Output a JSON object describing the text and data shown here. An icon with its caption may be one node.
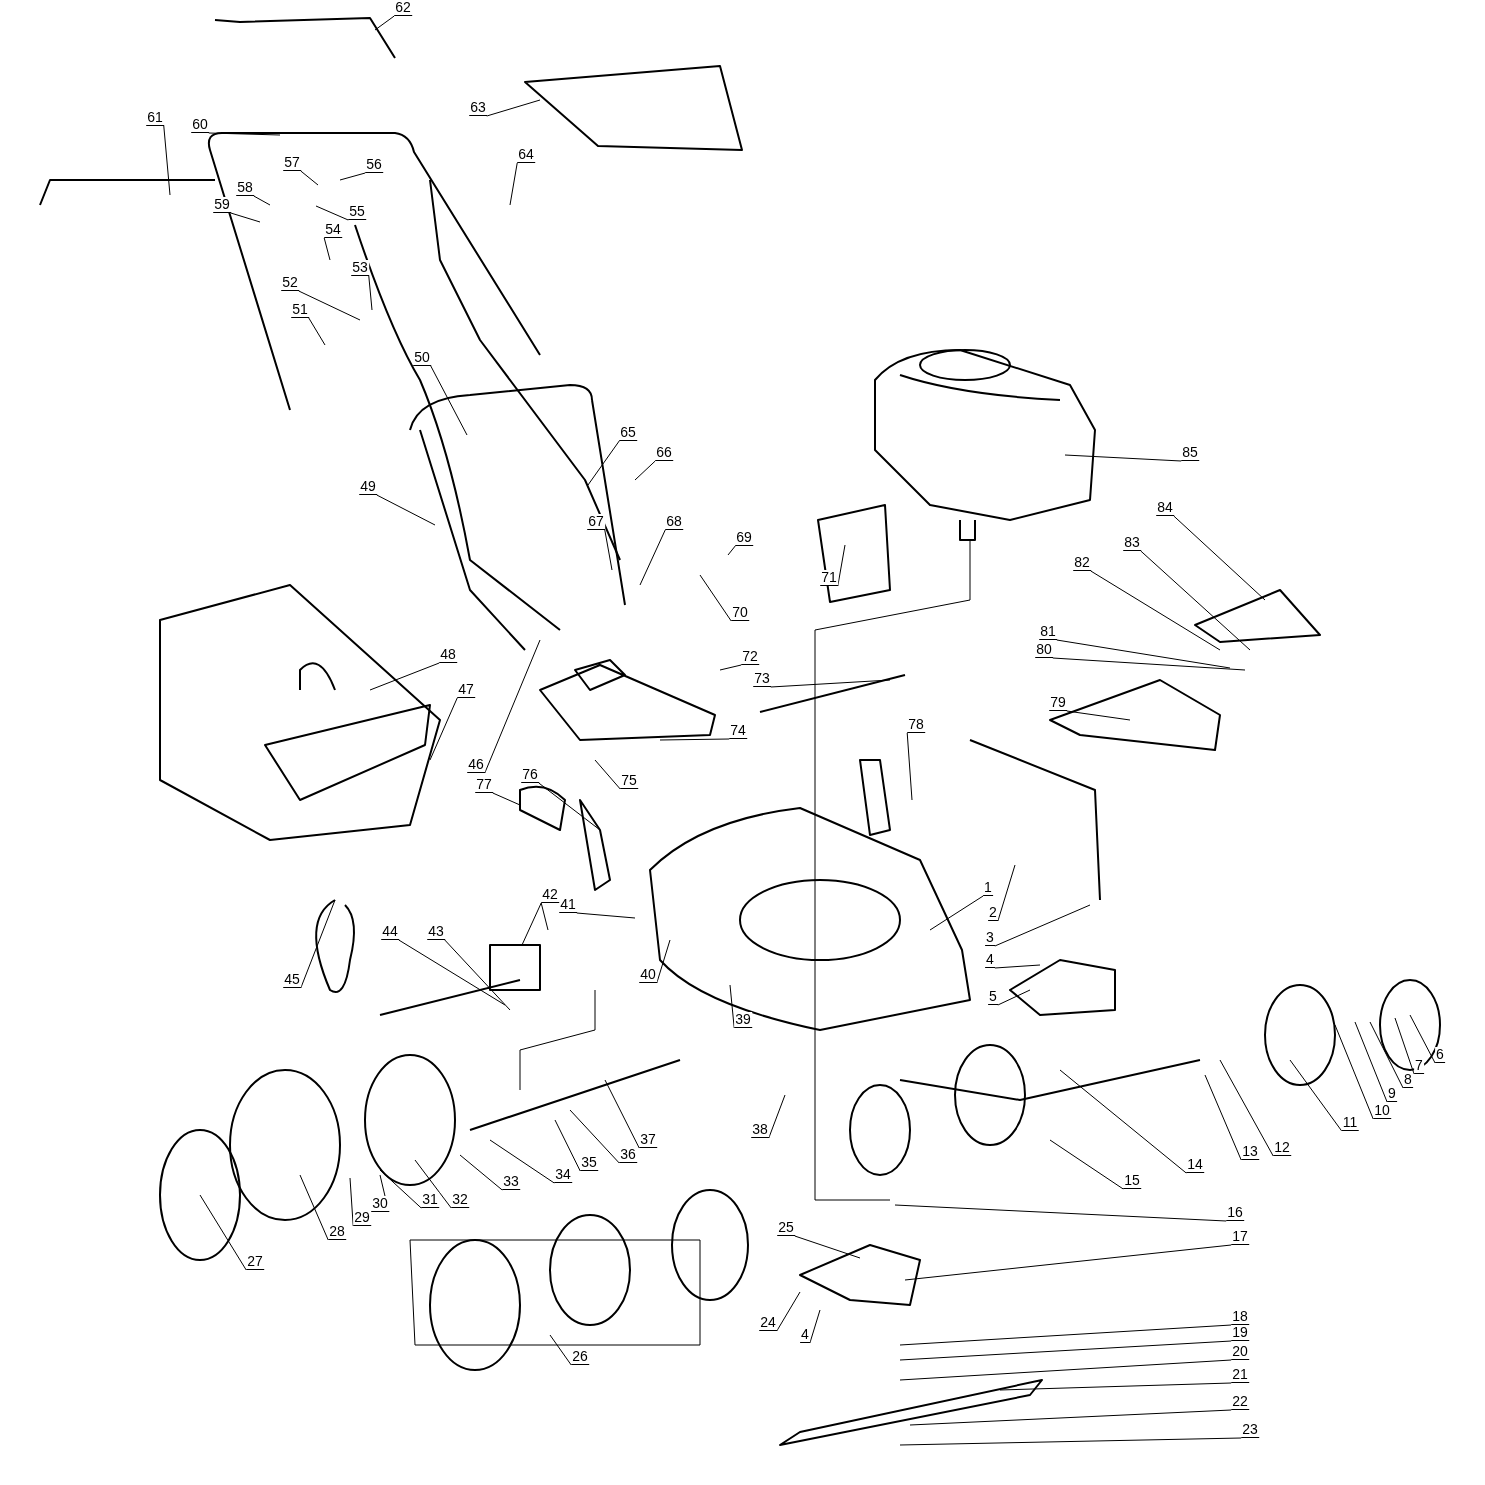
{
  "diagram": {
    "nodes": [
      {
        "text": [
          "1"
        ]
      },
      {
        "text": [
          "2"
        ]
      },
      {
        "text": [
          "3"
        ]
      },
      {
        "text": [
          "4"
        ]
      },
      {
        "text": [
          "5"
        ]
      },
      {
        "text": [
          "6"
        ]
      },
      {
        "text": [
          "7"
        ]
      },
      {
        "text": [
          "8"
        ]
      },
      {
        "text": [
          "9"
        ]
      },
      {
        "text": [
          "10"
        ]
      },
      {
        "text": [
          "11"
        ]
      },
      {
        "text": [
          "12"
        ]
      },
      {
        "text": [
          "13"
        ]
      },
      {
        "text": [
          "14"
        ]
      },
      {
        "text": [
          "15"
        ]
      },
      {
        "text": [
          "16"
        ]
      },
      {
        "text": [
          "17"
        ]
      },
      {
        "text": [
          "18"
        ]
      },
      {
        "text": [
          "19"
        ]
      },
      {
        "text": [
          "20"
        ]
      },
      {
        "text": [
          "21"
        ]
      },
      {
        "text": [
          "22"
        ]
      },
      {
        "text": [
          "23"
        ]
      },
      {
        "text": [
          "4"
        ]
      },
      {
        "text": [
          "24"
        ]
      },
      {
        "text": [
          "25"
        ]
      },
      {
        "text": [
          "26"
        ]
      },
      {
        "text": [
          "27"
        ]
      },
      {
        "text": [
          "28"
        ]
      },
      {
        "text": [
          "29"
        ]
      },
      {
        "text": [
          "30"
        ]
      },
      {
        "text": [
          "31"
        ]
      },
      {
        "text": [
          "32"
        ]
      },
      {
        "text": [
          "33"
        ]
      },
      {
        "text": [
          "34"
        ]
      },
      {
        "text": [
          "35"
        ]
      },
      {
        "text": [
          "36"
        ]
      },
      {
        "text": [
          "37"
        ]
      },
      {
        "text": [
          "38"
        ]
      },
      {
        "text": [
          "39"
        ]
      },
      {
        "text": [
          "40"
        ]
      },
      {
        "text": [
          "41"
        ]
      },
      {
        "text": [
          "42"
        ]
      },
      {
        "text": [
          "43"
        ]
      },
      {
        "text": [
          "44"
        ]
      },
      {
        "text": [
          "45"
        ]
      },
      {
        "text": [
          "46"
        ]
      },
      {
        "text": [
          "47"
        ]
      },
      {
        "text": [
          "48"
        ]
      },
      {
        "text": [
          "49"
        ]
      },
      {
        "text": [
          "50"
        ]
      },
      {
        "text": [
          "51"
        ]
      },
      {
        "text": [
          "52"
        ]
      },
      {
        "text": [
          "53"
        ]
      },
      {
        "text": [
          "54"
        ]
      },
      {
        "text": [
          "55"
        ]
      },
      {
        "text": [
          "56"
        ]
      },
      {
        "text": [
          "57"
        ]
      },
      {
        "text": [
          "58"
        ]
      },
      {
        "text": [
          "59"
        ]
      },
      {
        "text": [
          "60"
        ]
      },
      {
        "text": [
          "61"
        ]
      },
      {
        "text": [
          "62"
        ]
      },
      {
        "text": [
          "63"
        ]
      },
      {
        "text": [
          "64"
        ]
      },
      {
        "text": [
          "65"
        ]
      },
      {
        "text": [
          "66"
        ]
      },
      {
        "text": [
          "67"
        ]
      },
      {
        "text": [
          "68"
        ]
      },
      {
        "text": [
          "69"
        ]
      },
      {
        "text": [
          "70"
        ]
      },
      {
        "text": [
          "71"
        ]
      },
      {
        "text": [
          "72"
        ]
      },
      {
        "text": [
          "73"
        ]
      },
      {
        "text": [
          "74"
        ]
      },
      {
        "text": [
          "75"
        ]
      },
      {
        "text": [
          "76"
        ]
      },
      {
        "text": [
          "77"
        ]
      },
      {
        "text": [
          "78"
        ]
      },
      {
        "text": [
          "79"
        ]
      },
      {
        "text": [
          "80"
        ]
      },
      {
        "text": [
          "81"
        ]
      },
      {
        "text": [
          "82"
        ]
      },
      {
        "text": [
          "83"
        ]
      },
      {
        "text": [
          "84"
        ]
      },
      {
        "text": [
          "85"
        ]
      }
    ],
    "edges": [
      {
        "from": 0,
        "to": null,
        "arrow": "none"
      },
      {
        "from": 1,
        "to": null,
        "arrow": "none"
      },
      {
        "from": 2,
        "to": null,
        "arrow": "none"
      },
      {
        "from": 3,
        "to": null,
        "arrow": "none"
      },
      {
        "from": 4,
        "to": null,
        "arrow": "none"
      },
      {
        "from": 5,
        "to": null,
        "arrow": "none"
      },
      {
        "from": 6,
        "to": null,
        "arrow": "none"
      },
      {
        "from": 7,
        "to": null,
        "arrow": "none"
      },
      {
        "from": 8,
        "to": null,
        "arrow": "none"
      },
      {
        "from": 9,
        "to": null,
        "arrow": "none"
      },
      {
        "from": 10,
        "to": null,
        "arrow": "none"
      },
      {
        "from": 11,
        "to": null,
        "arrow": "none"
      },
      {
        "from": 12,
        "to": null,
        "arrow": "none"
      },
      {
        "from": 13,
        "to": null,
        "arrow": "none"
      },
      {
        "from": 14,
        "to": null,
        "arrow": "none"
      },
      {
        "from": 15,
        "to": null,
        "arrow": "none"
      },
      {
        "from": 16,
        "to": null,
        "arrow": "none"
      },
      {
        "from": 17,
        "to": null,
        "arrow": "none"
      },
      {
        "from": 18,
        "to": null,
        "arrow": "none"
      },
      {
        "from": 19,
        "to": null,
        "arrow": "none"
      },
      {
        "from": 20,
        "to": null,
        "arrow": "none"
      },
      {
        "from": 21,
        "to": null,
        "arrow": "none"
      },
      {
        "from": 22,
        "to": null,
        "arrow": "none"
      },
      {
        "from": 23,
        "to": null,
        "arrow": "none"
      },
      {
        "from": 24,
        "to": null,
        "arrow": "none"
      },
      {
        "from": 25,
        "to": null,
        "arrow": "none"
      },
      {
        "from": 26,
        "to": null,
        "arrow": "none"
      },
      {
        "from": 27,
        "to": null,
        "arrow": "none"
      },
      {
        "from": 28,
        "to": null,
        "arrow": "none"
      },
      {
        "from": 29,
        "to": null,
        "arrow": "none"
      },
      {
        "from": 30,
        "to": null,
        "arrow": "none"
      },
      {
        "from": 31,
        "to": null,
        "arrow": "none"
      },
      {
        "from": 32,
        "to": null,
        "arrow": "none"
      },
      {
        "from": 33,
        "to": null,
        "arrow": "none"
      },
      {
        "from": 34,
        "to": null,
        "arrow": "none"
      },
      {
        "from": 35,
        "to": null,
        "arrow": "none"
      },
      {
        "from": 36,
        "to": null,
        "arrow": "none"
      },
      {
        "from": 37,
        "to": null,
        "arrow": "none"
      },
      {
        "from": 38,
        "to": null,
        "arrow": "none"
      },
      {
        "from": 39,
        "to": null,
        "arrow": "none"
      },
      {
        "from": 40,
        "to": null,
        "arrow": "none"
      },
      {
        "from": 41,
        "to": null,
        "arrow": "none"
      },
      {
        "from": 42,
        "to": null,
        "arrow": "none"
      },
      {
        "from": 42,
        "to": null,
        "arrow": "none"
      },
      {
        "from": 43,
        "to": null,
        "arrow": "none"
      },
      {
        "from": 44,
        "to": null,
        "arrow": "none"
      },
      {
        "from": 45,
        "to": null,
        "arrow": "none"
      },
      {
        "from": 46,
        "to": null,
        "arrow": "none"
      },
      {
        "from": 47,
        "to": null,
        "arrow": "none"
      },
      {
        "from": 48,
        "to": null,
        "arrow": "none"
      },
      {
        "from": 49,
        "to": null,
        "arrow": "none"
      },
      {
        "from": 50,
        "to": null,
        "arrow": "none"
      },
      {
        "from": 51,
        "to": null,
        "arrow": "none"
      },
      {
        "from": 52,
        "to": null,
        "arrow": "none"
      },
      {
        "from": 53,
        "to": null,
        "arrow": "none"
      },
      {
        "from": 54,
        "to": null,
        "arrow": "none"
      },
      {
        "from": 55,
        "to": null,
        "arrow": "none"
      },
      {
        "from": 56,
        "to": null,
        "arrow": "none"
      },
      {
        "from": 57,
        "to": null,
        "arrow": "none"
      },
      {
        "from": 58,
        "to": null,
        "arrow": "none"
      },
      {
        "from": 59,
        "to": null,
        "arrow": "none"
      },
      {
        "from": 60,
        "to": null,
        "arrow": "none"
      },
      {
        "from": 61,
        "to": null,
        "arrow": "none"
      },
      {
        "from": 62,
        "to": null,
        "arrow": "none"
      },
      {
        "from": 63,
        "to": null,
        "arrow": "none"
      },
      {
        "from": 64,
        "to": null,
        "arrow": "none"
      },
      {
        "from": 65,
        "to": null,
        "arrow": "none"
      },
      {
        "from": 66,
        "to": null,
        "arrow": "none"
      },
      {
        "from": 67,
        "to": null,
        "arrow": "none"
      },
      {
        "from": 68,
        "to": null,
        "arrow": "none"
      },
      {
        "from": 69,
        "to": null,
        "arrow": "none"
      },
      {
        "from": 70,
        "to": null,
        "arrow": "none"
      },
      {
        "from": 71,
        "to": null,
        "arrow": "none"
      },
      {
        "from": 72,
        "to": null,
        "arrow": "none"
      },
      {
        "from": 73,
        "to": null,
        "arrow": "none"
      },
      {
        "from": 74,
        "to": null,
        "arrow": "none"
      },
      {
        "from": 75,
        "to": null,
        "arrow": "none"
      },
      {
        "from": 76,
        "to": null,
        "arrow": "none"
      },
      {
        "from": 77,
        "to": null,
        "arrow": "none"
      },
      {
        "from": 78,
        "to": null,
        "arrow": "none"
      },
      {
        "from": 79,
        "to": null,
        "arrow": "none"
      },
      {
        "from": 80,
        "to": null,
        "arrow": "none"
      },
      {
        "from": 81,
        "to": null,
        "arrow": "none"
      },
      {
        "from": 82,
        "to": null,
        "arrow": "none"
      },
      {
        "from": 83,
        "to": null,
        "arrow": "none"
      },
      {
        "from": 84,
        "to": null,
        "arrow": "none"
      },
      {
        "from": 85,
        "to": null,
        "arrow": "none"
      }
    ]
  }
}
